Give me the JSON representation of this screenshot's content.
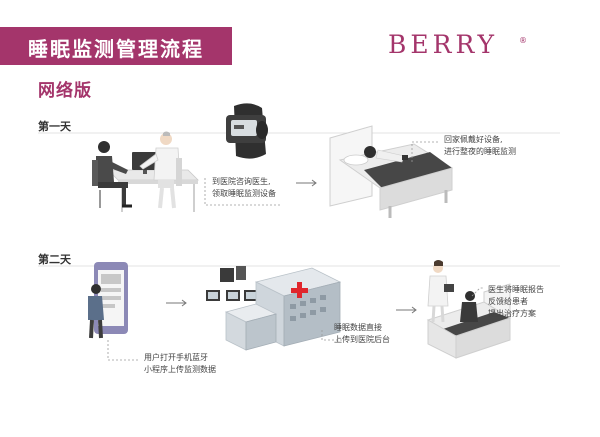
{
  "header": {
    "title": "睡眠监测管理流程",
    "brand": "BERRY",
    "brand_mark": "®"
  },
  "subtitle": "网络版",
  "days": [
    {
      "label": "第一天"
    },
    {
      "label": "第二天"
    }
  ],
  "steps": [
    {
      "lines": [
        "到医院咨询医生,",
        "领取睡眠监测设备"
      ]
    },
    {
      "lines": [
        "回家佩戴好设备,",
        "进行整夜的睡眠监测"
      ]
    },
    {
      "lines": [
        "用户打开手机蓝牙",
        "小程序上传监测数据"
      ]
    },
    {
      "lines": [
        "睡眠数据直接",
        "上传到医院后台"
      ]
    },
    {
      "lines": [
        "医生将睡眠报告",
        "反馈给患者",
        "提出治疗方案"
      ]
    }
  ],
  "colors": {
    "accent": "#a4356b",
    "device": "#3a3a3a",
    "bed_blanket": "#4a4a4a",
    "building": "#cfd6dc",
    "cross": "#e0262c"
  }
}
